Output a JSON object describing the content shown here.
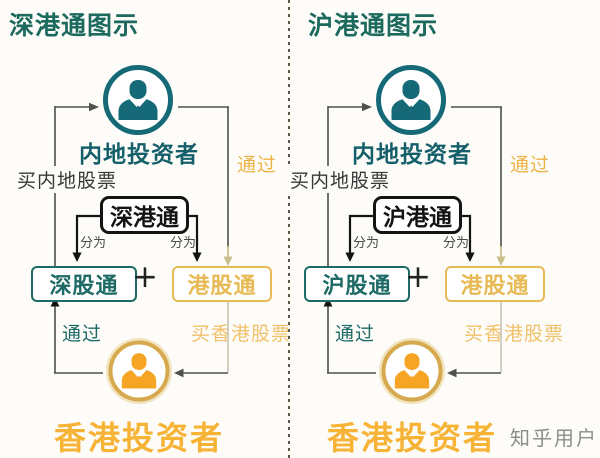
{
  "colors": {
    "background": "#fdfcf8",
    "title_teal": "#1c695e",
    "teal": "#166977",
    "teal_box": "#1d6a66",
    "ink_black": "#141414",
    "gold_box": "#e7ba55",
    "gold_label": "#eeb347",
    "gold_pale": "#f1c06a",
    "orange_investor": "#f6b335",
    "orange_person": "#f5a424",
    "gold_ring": "#d7a94e",
    "line_gray": "#50504a",
    "divider_olive": "#585844",
    "watermark_gray": "#8d8d8d"
  },
  "panels": [
    {
      "title": "深港通图示",
      "top_investor": "内地投资者",
      "buy_mainland_label": "买内地股票",
      "via_right_label": "通过",
      "center_box": "深港通",
      "split_left_label": "分为",
      "split_right_label": "分为",
      "left_box": "深股通",
      "plus": "+",
      "right_box": "港股通",
      "via_left_label": "通过",
      "buy_hk_label": "买香港股票",
      "bottom_investor": "香港投资者"
    },
    {
      "title": "沪港通图示",
      "top_investor": "内地投资者",
      "buy_mainland_label": "买内地股票",
      "via_right_label": "通过",
      "center_box": "沪港通",
      "split_left_label": "分为",
      "split_right_label": "分为",
      "left_box": "沪股通",
      "plus": "+",
      "right_box": "港股通",
      "via_left_label": "通过",
      "buy_hk_label": "买香港股票",
      "bottom_investor": "香港投资者",
      "watermark": "知乎用户"
    }
  ],
  "icons": {
    "top_person": "mainland-investor-person-icon",
    "bottom_person": "hk-investor-person-icon"
  }
}
